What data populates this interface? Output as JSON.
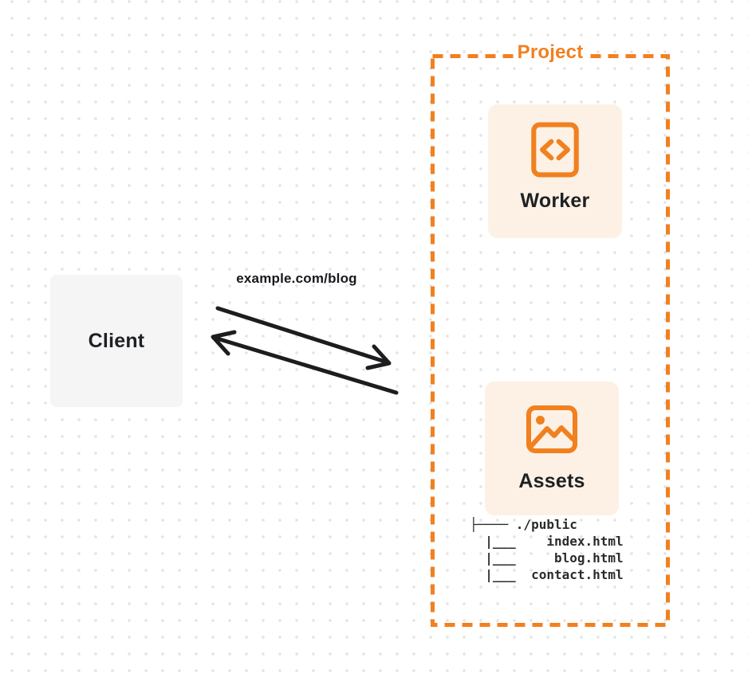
{
  "diagram": {
    "client": {
      "label": "Client"
    },
    "request_label": "example.com/blog",
    "project": {
      "title": "Project",
      "worker": {
        "label": "Worker",
        "icon": "code-file-icon"
      },
      "assets": {
        "label": "Assets",
        "icon": "image-icon"
      },
      "file_tree": "├──── ./public\n  |___    index.html\n  |___     blog.html\n  |___  contact.html"
    },
    "colors": {
      "accent_orange": "#F1801F",
      "card_bg": "#FDF1E5",
      "client_bg": "#F5F5F6",
      "arrow": "#1D1D1F",
      "text_dark": "#1E2023",
      "dot": "#E3E3E3"
    }
  }
}
